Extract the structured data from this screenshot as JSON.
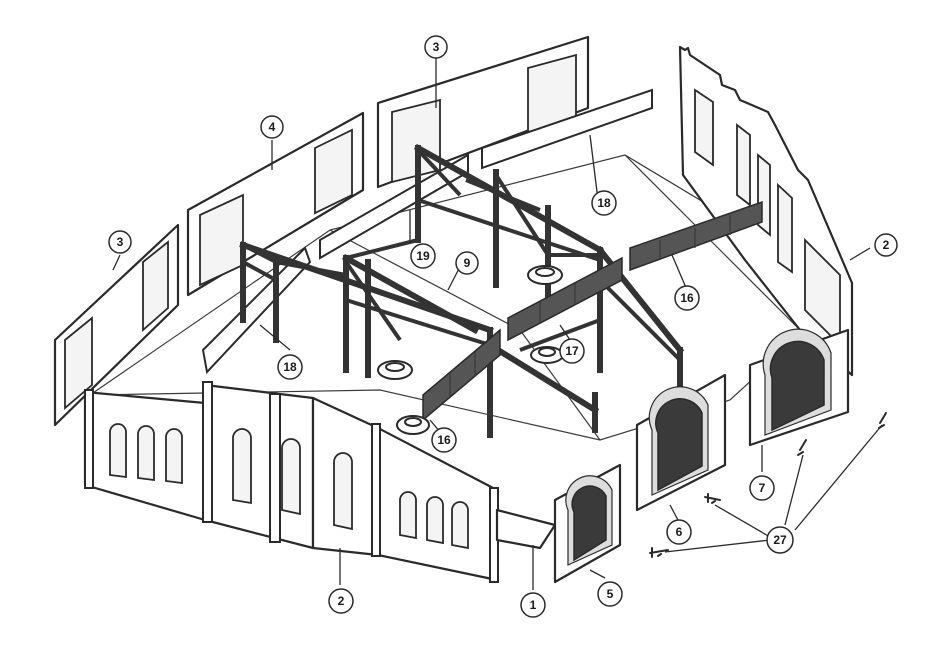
{
  "callouts": [
    {
      "id": "c1",
      "label": "1"
    },
    {
      "id": "c2a",
      "label": "2"
    },
    {
      "id": "c2b",
      "label": "2"
    },
    {
      "id": "c3a",
      "label": "3"
    },
    {
      "id": "c3b",
      "label": "3"
    },
    {
      "id": "c4",
      "label": "4"
    },
    {
      "id": "c5",
      "label": "5"
    },
    {
      "id": "c6",
      "label": "6"
    },
    {
      "id": "c7",
      "label": "7"
    },
    {
      "id": "c9",
      "label": "9"
    },
    {
      "id": "c16a",
      "label": "16"
    },
    {
      "id": "c16b",
      "label": "16"
    },
    {
      "id": "c17",
      "label": "17"
    },
    {
      "id": "c18a",
      "label": "18"
    },
    {
      "id": "c18b",
      "label": "18"
    },
    {
      "id": "c19",
      "label": "19"
    },
    {
      "id": "c27",
      "label": "27"
    }
  ]
}
